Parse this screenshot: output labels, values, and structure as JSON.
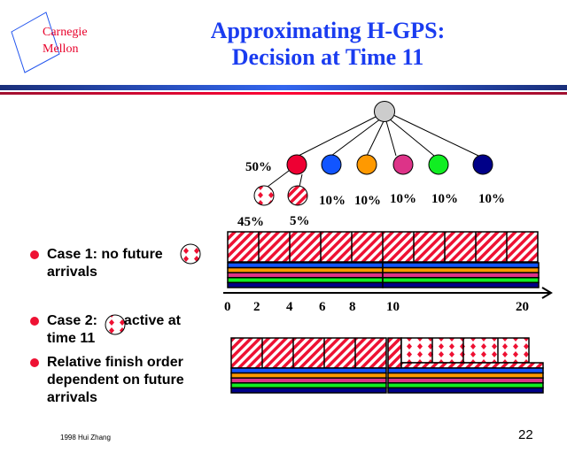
{
  "logo": {
    "line1": "Carnegie",
    "line2": "Mellon"
  },
  "title": {
    "line1": "Approximating H-GPS:",
    "line2": "Decision at Time 11"
  },
  "tree": {
    "child_labels": [
      "50%",
      "10%",
      "10%",
      "10%",
      "10%",
      "10%"
    ],
    "child_colors": [
      "#ee0033",
      "#1155ff",
      "#ff9900",
      "#dd3388",
      "#11ee22",
      "#000088"
    ],
    "grandchild_labels": [
      "45%",
      "5%"
    ]
  },
  "bullets": [
    {
      "text_a": "Case 1: no future",
      "text_b": "arrivals"
    },
    {
      "text_a": "Case 2:",
      "text_c": "active at",
      "text_b": "time 11"
    },
    {
      "text_a": "Relative finish order",
      "text_b": "dependent on future",
      "text_d": "arrivals"
    }
  ],
  "axis": {
    "ticks": [
      "0",
      "2",
      "4",
      "6",
      "8",
      "10",
      "20"
    ]
  },
  "footer": "1998  Hui Zhang",
  "page_number": "22"
}
